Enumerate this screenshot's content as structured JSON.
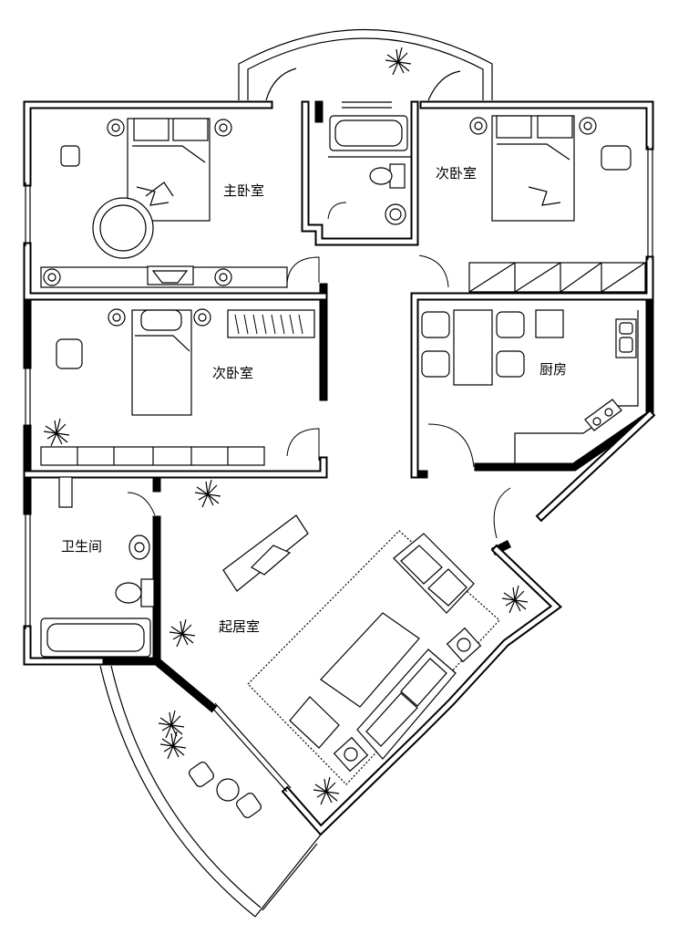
{
  "rooms": {
    "master_bedroom": "主卧室",
    "second_bedroom_ne": "次卧室",
    "second_bedroom_w": "次卧室",
    "kitchen": "厨房",
    "bathroom": "卫生间",
    "living_room": "起居室"
  }
}
